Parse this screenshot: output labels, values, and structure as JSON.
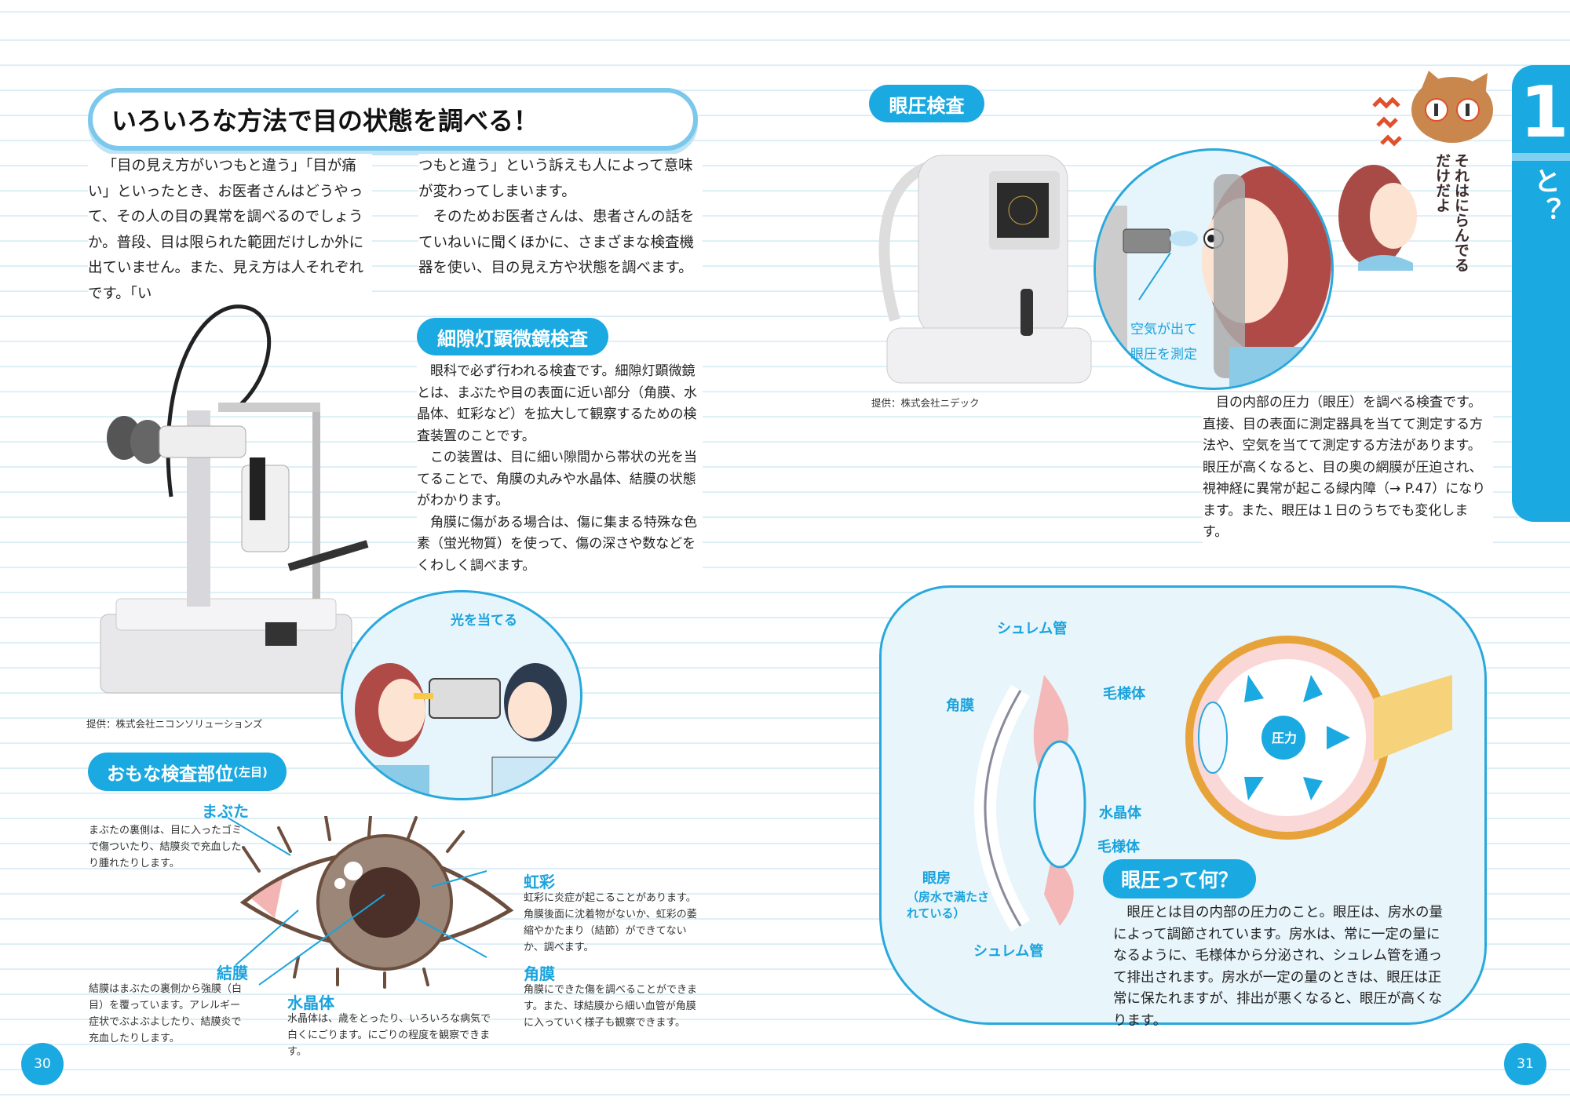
{
  "title": "いろいろな方法で目の状態を調べる！",
  "intro": {
    "left": [
      "「目の見え方がいつもと違う」「目が痛い」といったとき、お医者さんはどうやって、その人の目の異常を調べるのでしょうか。普段、目は限られた範囲だけしか外に出ていません。また、見え方は人それぞれです。「い"
    ],
    "right_p1": "つもと違う」という訴えも人によって意味が変わってしまいます。",
    "right_p2": "そのためお医者さんは、患者さんの話をていねいに聞くほかに、さまざまな検査機器を使い、目の見え方や状態を調べます。"
  },
  "slitlamp": {
    "heading": "細隙灯顕微鏡検査",
    "p1": "眼科で必ず行われる検査です。細隙灯顕微鏡とは、まぶたや目の表面に近い部分（角膜、水晶体、虹彩など）を拡大して観察するための検査装置のことです。",
    "p2": "この装置は、目に細い隙間から帯状の光を当てることで、角膜の丸みや水晶体、結膜の状態がわかります。",
    "p3": "角膜に傷がある場合は、傷に集まる特殊な色素（蛍光物質）を使って、傷の深さや数などをくわしく調べます。",
    "caption": "提供：株式会社ニコンソリューションズ",
    "illustration_label": "光を当てる"
  },
  "parts": {
    "heading": "おもな検査部位",
    "heading_sub": "(左目)",
    "items": [
      {
        "label": "まぶた",
        "text": "まぶたの裏側は、目に入ったゴミで傷ついたり、結膜炎で充血したり腫れたりします。"
      },
      {
        "label": "結膜",
        "text": "結膜はまぶたの裏側から強膜（白目）を覆っています。アレルギー症状でぶよぶよしたり、結膜炎で充血したりします。"
      },
      {
        "label": "水晶体",
        "text": "水晶体は、歳をとったり、いろいろな病気で白くにごります。にごりの程度を観察できます。"
      },
      {
        "label": "虹彩",
        "text": "虹彩に炎症が起こることがあります。角膜後面に沈着物がないか、虹彩の萎縮やかたまり（結節）ができてないか、調べます。"
      },
      {
        "label": "角膜",
        "text": "角膜にできた傷を調べることができます。また、球結膜から細い血管が角膜に入っていく様子も観察できます。"
      }
    ]
  },
  "tonometry": {
    "heading": "眼圧検査",
    "caption": "提供：株式会社ニデック",
    "bubble_line1": "空気が出て",
    "bubble_line2": "眼圧を測定",
    "text": "目の内部の圧力（眼圧）を調べる検査です。直接、目の表面に測定器具を当てて測定する方法や、空気を当てて測定する方法があります。眼圧が高くなると、目の奥の網膜が圧迫され、視神経に異常が起こる緑内障（→ P.47）になります。また、眼圧は１日のうちでも変化します。"
  },
  "cat_speech": "それはにらんでるだけだよ",
  "chapter": {
    "number": "1",
    "title": "〝見る〟ってどんなこと？"
  },
  "diagram": {
    "labels": {
      "schlemm_top": "シュレム管",
      "cornea": "角膜",
      "ciliary_top": "毛様体",
      "lens": "水晶体",
      "ciliary_bottom": "毛様体",
      "chamber": "眼房",
      "chamber_sub": "（房水で満たされている）",
      "schlemm_bottom": "シュレム管",
      "pressure": "圧力"
    },
    "heading": "眼圧って何？",
    "text": "眼圧とは目の内部の圧力のこと。眼圧は、房水の量によって調節されています。房水は、常に一定の量になるように、毛様体から分泌され、シュレム管を通って排出されます。房水が一定の量のときは、眼圧は正常に保たれますが、排出が悪くなると、眼圧が高くなります。"
  },
  "page_numbers": [
    "30",
    "31"
  ],
  "colors": {
    "accent": "#1aa9e0",
    "line": "#d6ebf5"
  }
}
